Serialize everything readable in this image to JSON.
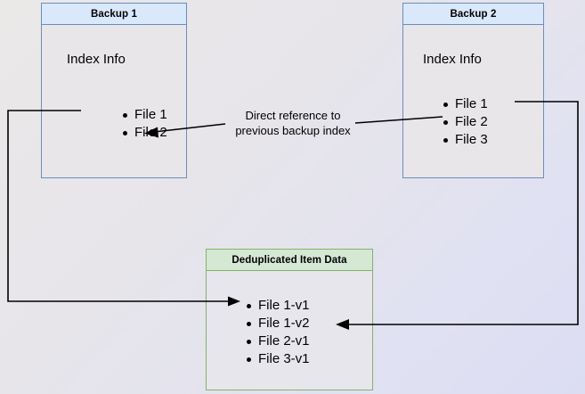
{
  "diagram": {
    "title_backup1": "Backup 1",
    "title_backup2": "Backup 2",
    "title_dedup": "Deduplicated Item Data",
    "index_label": "Index Info",
    "backup1_files": [
      "File 1",
      "File 2"
    ],
    "backup2_files": [
      "File 1",
      "File 2",
      "File 3"
    ],
    "dedup_items": [
      "File 1-v1",
      "File 1-v2",
      "File 2-v1",
      "File 3-v1"
    ],
    "annotation_line1": "Direct reference to",
    "annotation_line2": "previous backup index",
    "colors": {
      "blue_border": "#6c8ebf",
      "blue_fill": "#dae8fc",
      "green_border": "#82b366",
      "green_fill": "#d5e8d4",
      "body_fill": "#e8e6e9",
      "arrow": "#000000"
    }
  }
}
